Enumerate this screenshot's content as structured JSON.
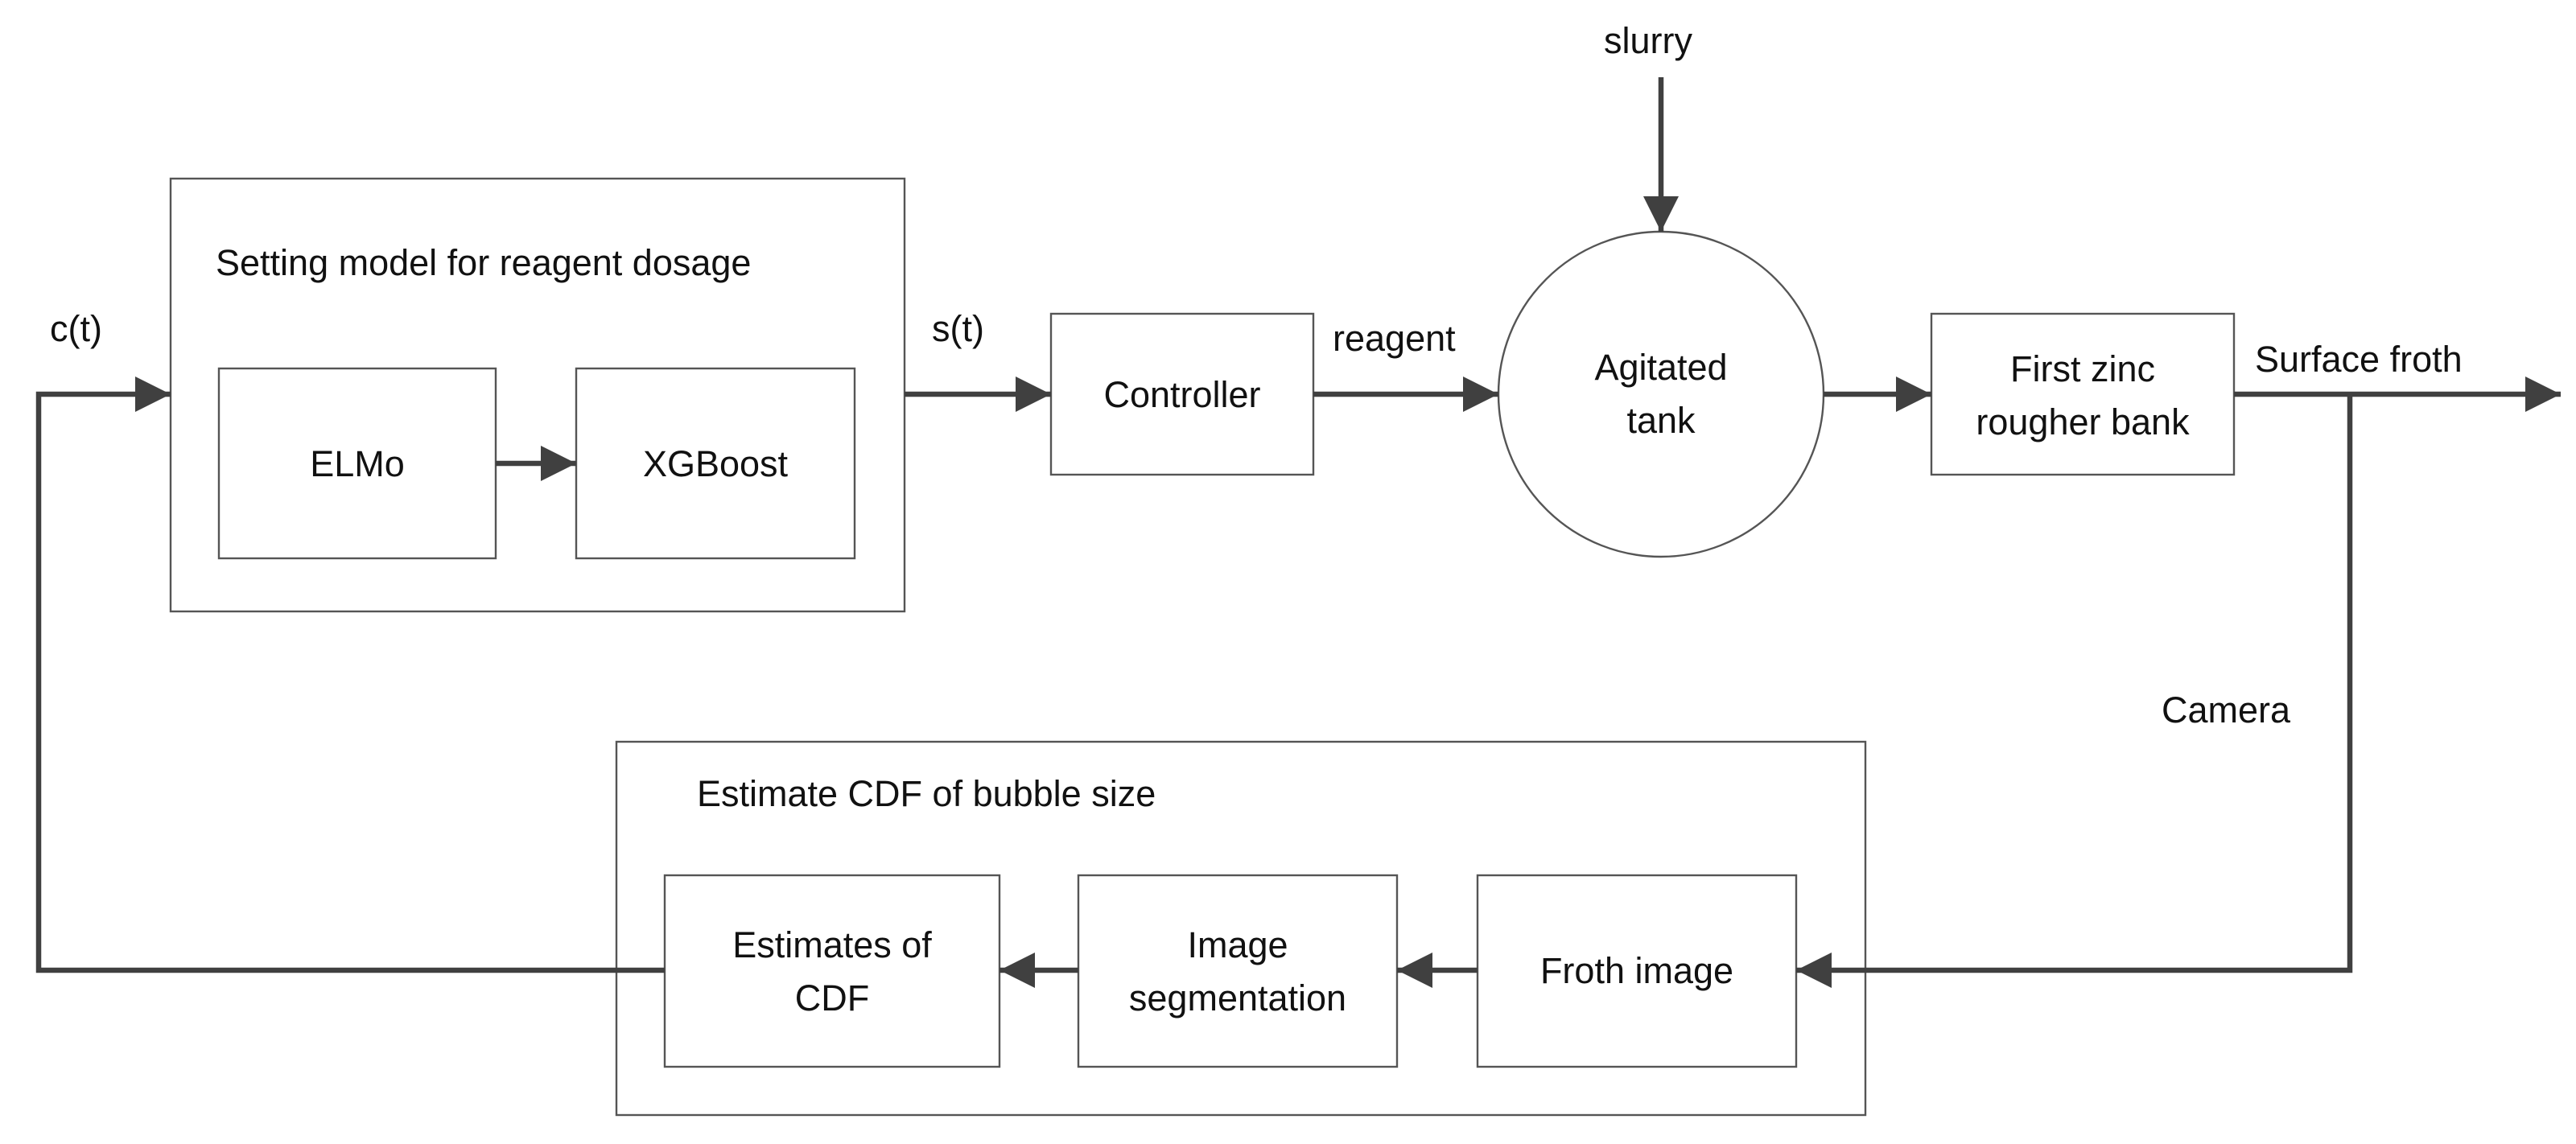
{
  "diagram": {
    "setting_model": {
      "title": "Setting model for reagent dosage",
      "elmo": "ELMo",
      "xgboost": "XGBoost"
    },
    "estimate_group": {
      "title": "Estimate  CDF of bubble size",
      "estimates_line1": "Estimates of",
      "estimates_line2": "CDF",
      "segmentation_line1": "Image",
      "segmentation_line2": "segmentation",
      "froth_image": "Froth image"
    },
    "controller": "Controller",
    "tank_line1": "Agitated",
    "tank_line2": "tank",
    "rougher_line1": "First zinc",
    "rougher_line2": "rougher bank",
    "signals": {
      "ct": "c(t)",
      "st": "s(t)",
      "reagent": "reagent",
      "slurry": "slurry",
      "surface_froth": "Surface froth",
      "camera": "Camera"
    }
  }
}
